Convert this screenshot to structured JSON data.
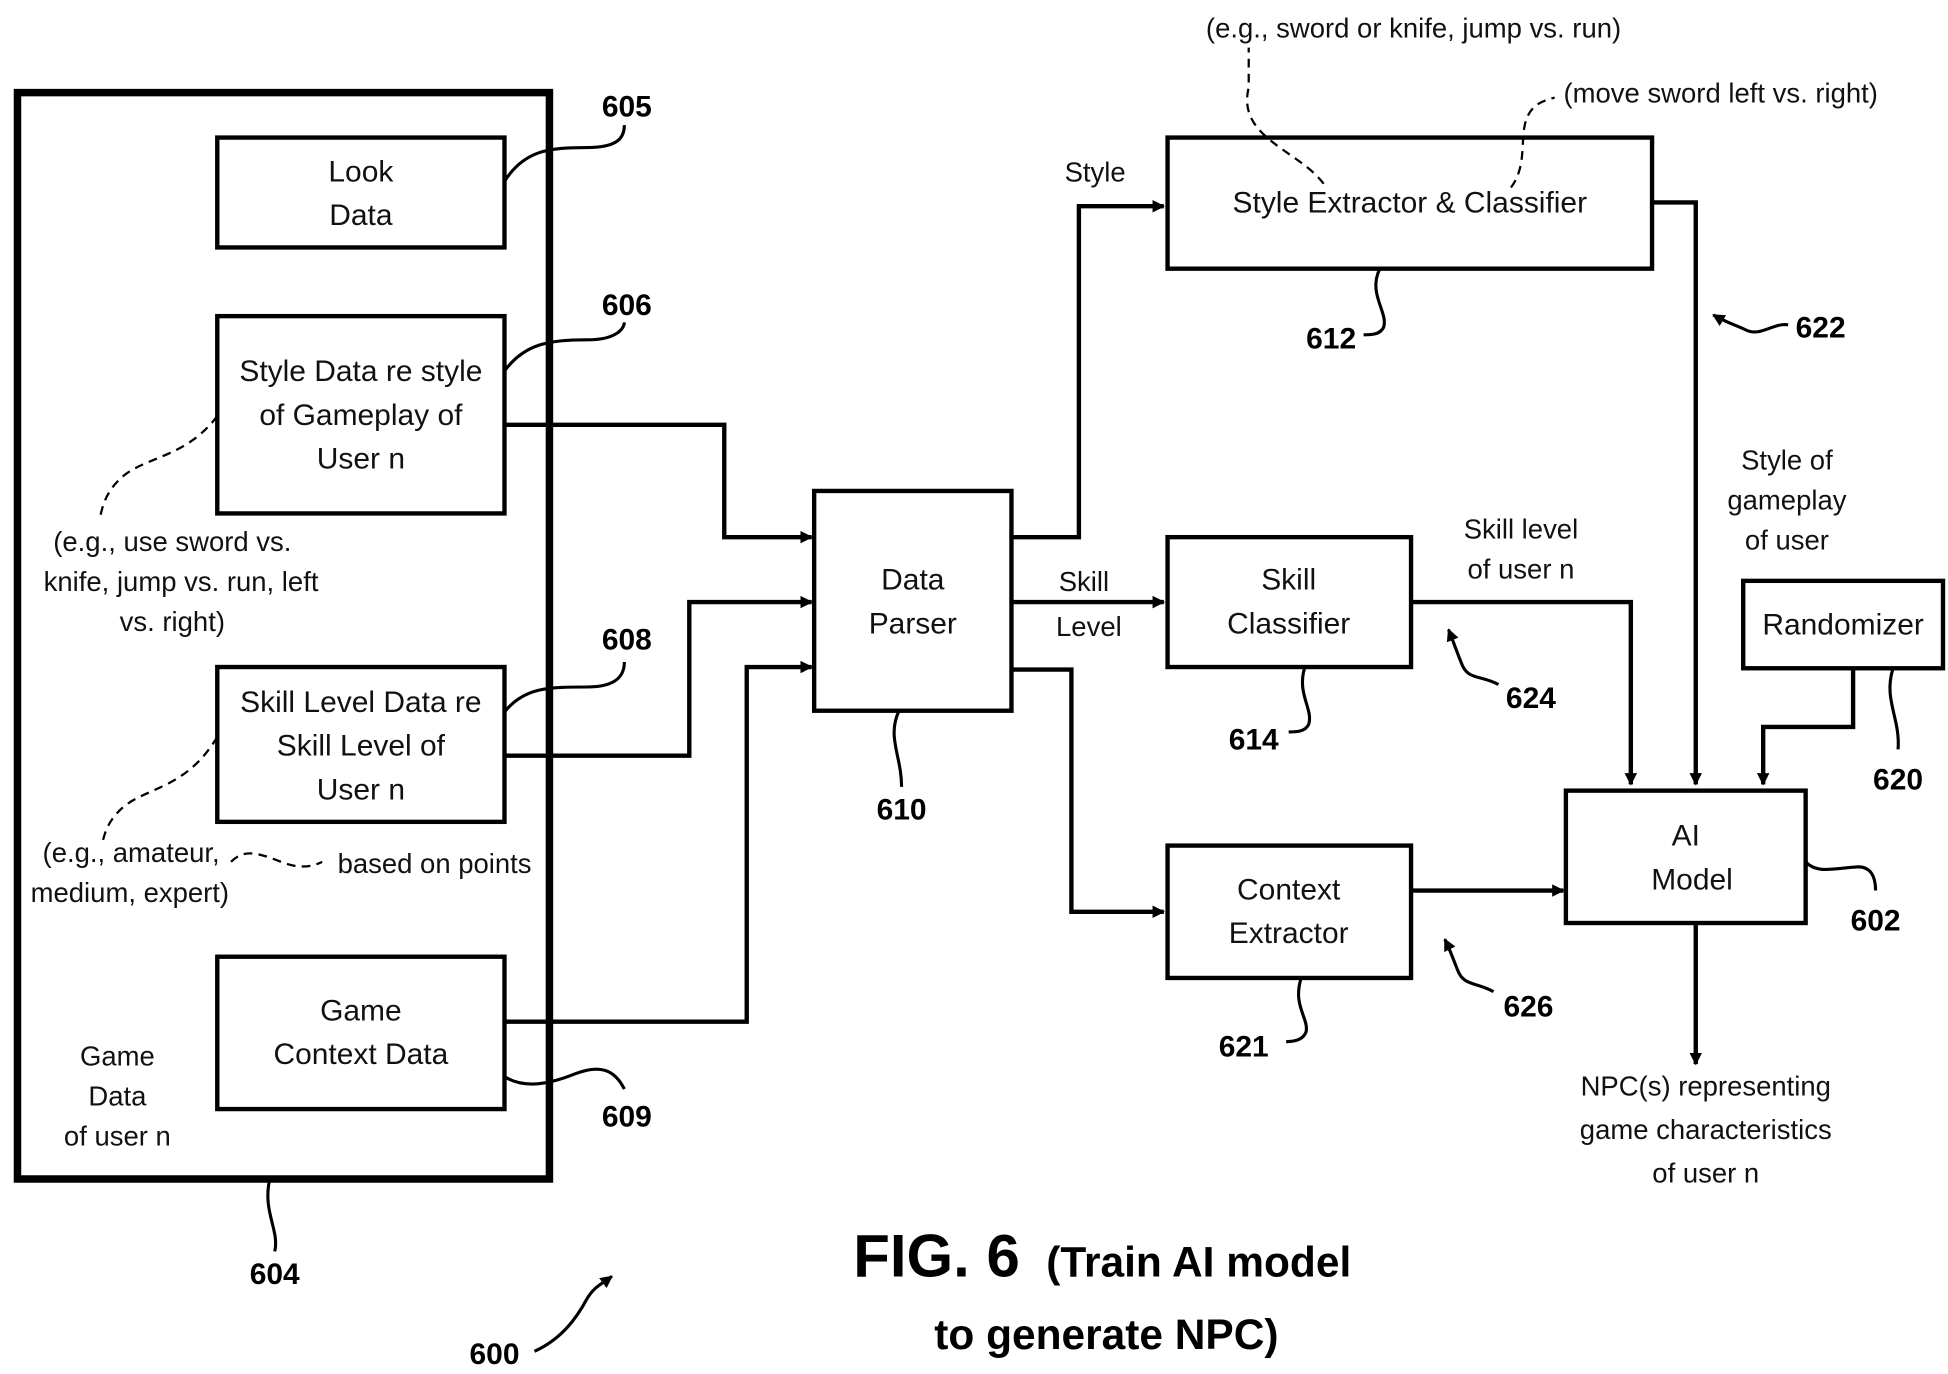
{
  "figure": {
    "title_main": "FIG. 6",
    "title_sub_line1": "(Train AI model",
    "title_sub_line2": "to generate NPC)",
    "system_ref": "600"
  },
  "game_data_group": {
    "ref": "604",
    "label_lines": [
      "Game",
      "Data",
      "of user n"
    ]
  },
  "boxes": {
    "look_data": {
      "ref": "605",
      "lines": [
        "Look",
        "Data"
      ]
    },
    "style_data": {
      "ref": "606",
      "lines": [
        "Style Data re style",
        "of Gameplay of",
        "User n"
      ]
    },
    "skill_data": {
      "ref": "608",
      "lines": [
        "Skill Level Data re",
        "Skill Level of",
        "User n"
      ]
    },
    "context_data": {
      "ref": "609",
      "lines": [
        "Game",
        "Context Data"
      ]
    },
    "data_parser": {
      "ref": "610",
      "lines": [
        "Data",
        "Parser"
      ]
    },
    "style_extractor": {
      "ref": "612",
      "lines": [
        "Style Extractor & Classifier"
      ]
    },
    "skill_classifier": {
      "ref": "614",
      "lines": [
        "Skill",
        "Classifier"
      ]
    },
    "context_extractor": {
      "ref": "621",
      "lines": [
        "Context",
        "Extractor"
      ]
    },
    "randomizer": {
      "ref": "620",
      "lines": [
        "Randomizer"
      ]
    },
    "ai_model": {
      "ref": "602",
      "lines": [
        "AI",
        "Model"
      ]
    }
  },
  "annotations": {
    "style_example": [
      "(e.g., use sword vs.",
      "knife, jump vs. run, left",
      "vs. right)"
    ],
    "skill_example": [
      "(e.g., amateur,",
      "medium, expert)"
    ],
    "skill_basis": "based on points",
    "extractor_example_1": "(e.g., sword or knife, jump vs. run)",
    "extractor_example_2": "(move sword left vs. right)"
  },
  "edge_labels": {
    "style": "Style",
    "skill_level": [
      "Skill",
      "Level"
    ],
    "skill_level_of_user": [
      "Skill level",
      "of user n"
    ],
    "style_of_gameplay": [
      "Style of",
      "gameplay",
      "of user"
    ],
    "output": [
      "NPC(s) representing",
      "game characteristics",
      "of user n"
    ]
  },
  "path_refs": {
    "style_path": "622",
    "skill_path": "624",
    "context_path": "626"
  }
}
